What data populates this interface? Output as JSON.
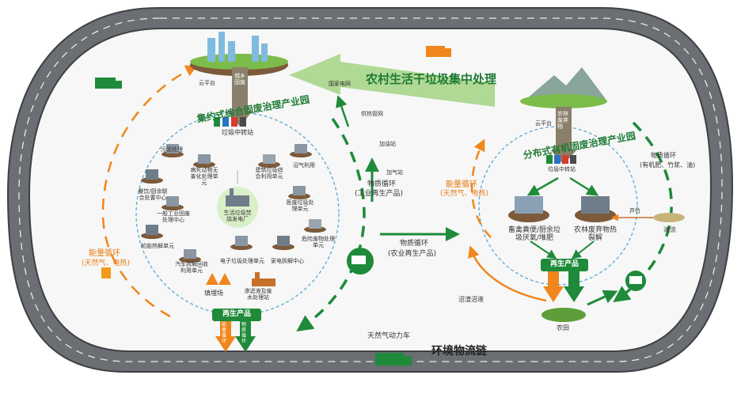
{
  "colors": {
    "road": "#6b6e72",
    "road_edge": "#3e4044",
    "inner_fill": "#f6f7f6",
    "green_arrow": "#1f8a3a",
    "light_green_arrow": "#a9d58b",
    "orange": "#f0861c",
    "dash_blue": "#5ea7d6",
    "orange_box": "#f39a1d",
    "green_box": "#1f8a3a"
  },
  "icons": {
    "truck": "garbage-truck-icon",
    "city": "city-buildings-icon",
    "factory": "factory-icon",
    "farmland": "farmland-icon"
  },
  "labels": {
    "rural_collection": "农村生活干垃圾集中处理",
    "env_logistics": "环境物流链",
    "cng_truck": "天然气动力车",
    "left_park": "集约式综合固废治理产业园",
    "right_park": "分布式有机固废治理产业园",
    "transfer_left": "垃圾中转站",
    "transfer_right": "垃圾中转站",
    "city_rural": "城乡固废",
    "rural_waste": "农林废弃物",
    "center_node": "生活垃圾焚烧发电厂",
    "sludge": "污泥处理",
    "dead_animal": "病死动物无害化处理单元",
    "construction": "建筑垃圾综合利用单元",
    "biogas_use": "沼气利用",
    "kitchen": "餐饮/厨余联合处置中心",
    "industrial": "一般工业固废处理中心",
    "medical": "医废垃圾处理单元",
    "tire": "轮胎热解单元",
    "hazardous": "危险废物处理单元",
    "car_dismantle": "汽车拆解回收利用单元",
    "ewaste": "电子垃圾处理单元",
    "appliance": "家电拆解中心",
    "landfill": "填埋场",
    "leachate": "渗滤液及废水处理站",
    "recycled_left": "再生产品",
    "recycled_right": "再生产品",
    "energy_material": "能量循环",
    "material_cycle": "物质循环",
    "left_energy_cycle_line1": "能量循环",
    "left_energy_cycle_line2": "(天然气、电热)",
    "right_energy_cycle_line1": "能量循环",
    "right_energy_cycle_line2": "(天然气、电热)",
    "material_industrial_line1": "物质循环",
    "material_industrial_line2": "(工业再生产品)",
    "material_agri_line1": "物质循环",
    "material_agri_line2": "(农业再生产品)",
    "material_right_line1": "物质循环",
    "material_right_line2": "(有机肥、竹浆、油)",
    "state_grid": "国家电网",
    "heating": "供热管网",
    "gas_station": "加油站",
    "gas_station2": "加气站",
    "livestock": "畜禽粪便/厨余垃圾厌氧/堆肥",
    "forest_pyro": "农林废弃物热裂解",
    "farmland": "农田",
    "biogas_slurry": "沼渣沼液",
    "bamboo": "芦竹",
    "beach": "滩涂",
    "cloud": "云平台",
    "cloud_right": "云平台"
  }
}
